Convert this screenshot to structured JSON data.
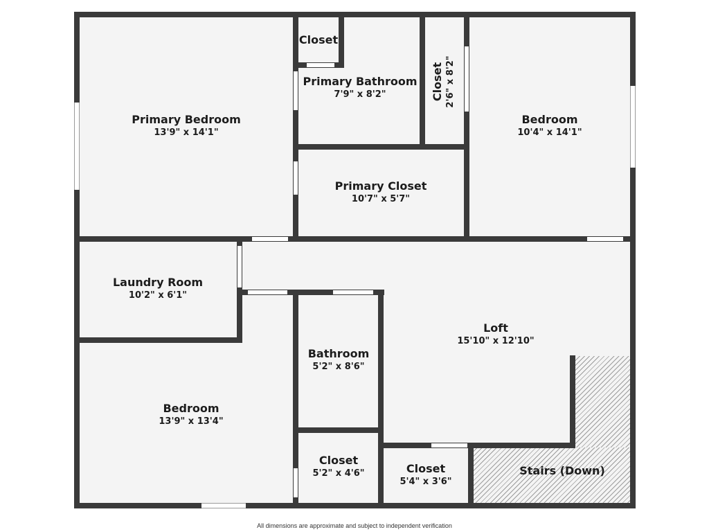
{
  "floor_plan": {
    "rooms": [
      {
        "name": "Primary Bedroom",
        "dimensions": "13'9\" x 14'1\""
      },
      {
        "name": "Closet",
        "dimensions": ""
      },
      {
        "name": "Primary Bathroom",
        "dimensions": "7'9\" x 8'2\""
      },
      {
        "name": "Closet",
        "dimensions": "2'6\" x 8'2\""
      },
      {
        "name": "Bedroom",
        "dimensions": "10'4\" x 14'1\""
      },
      {
        "name": "Primary Closet",
        "dimensions": "10'7\" x 5'7\""
      },
      {
        "name": "Laundry Room",
        "dimensions": "10'2\" x 6'1\""
      },
      {
        "name": "Loft",
        "dimensions": "15'10\" x 12'10\""
      },
      {
        "name": "Bathroom",
        "dimensions": "5'2\" x 8'6\""
      },
      {
        "name": "Bedroom",
        "dimensions": "13'9\" x 13'4\""
      },
      {
        "name": "Closet",
        "dimensions": "5'2\" x 4'6\""
      },
      {
        "name": "Closet",
        "dimensions": "5'4\" x 3'6\""
      },
      {
        "name": "Stairs (Down)",
        "dimensions": ""
      }
    ],
    "colors": {
      "wall": "#3a3a3a",
      "floor": "#f4f4f4",
      "text": "#1c1c1c",
      "stairs_hatch": "#9c9c9c"
    }
  },
  "footer": {
    "disclaimer": "All dimensions are approximate and subject to independent verification"
  }
}
